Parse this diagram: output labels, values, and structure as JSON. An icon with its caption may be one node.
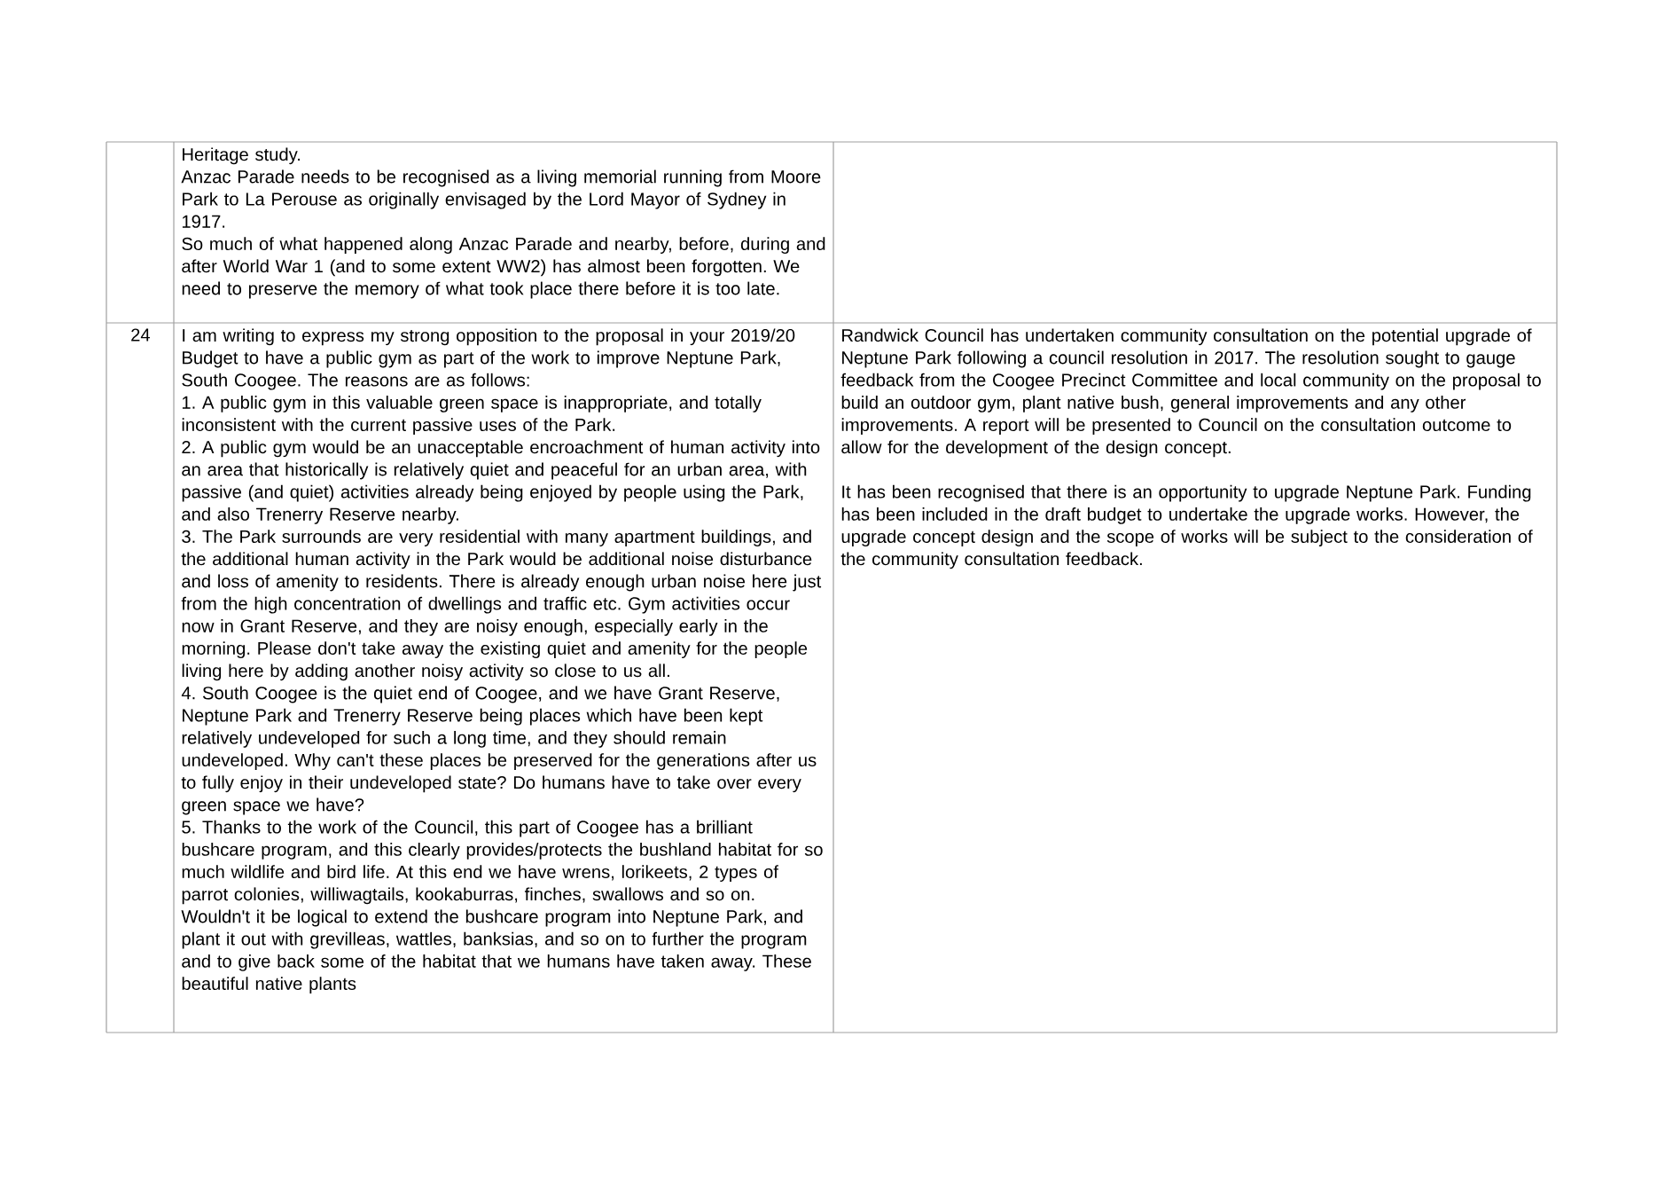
{
  "diagram": {
    "labels": [
      "Heritage study.",
      "Anzac Parade needs to be recognised as a living memorial running from Moore Park to La Perouse as originally envisaged by the Lord Mayor of Sydney in 1917.",
      "So much of what happened along Anzac Parade and nearby, before, during and after World War 1 (and to some extent WW2) has almost been forgotten. We need to preserve the memory of what took place there before it is too late.",
      "24",
      "I am writing to express my strong opposition to the proposal in your 2019/20 Budget to have a public gym as part of the work to improve Neptune Park, South Coogee. The reasons are as follows:",
      "1. A public gym in this valuable green space is inappropriate, and totally inconsistent with the current passive uses of the Park.",
      "2. A public gym would be an unacceptable encroachment of human activity into an area that historically is relatively quiet and peaceful for an urban area, with passive (and quiet) activities already being enjoyed by people using the Park, and also Trenerry Reserve nearby.",
      "3. The Park surrounds are very residential with many apartment buildings, and the additional human activity in the Park would be additional noise disturbance and loss of amenity to residents. There is already enough urban noise here just from the high concentration of dwellings and traffic etc. Gym activities occur now in Grant Reserve, and they are noisy enough, especially early in the morning. Please don't take away the existing quiet and amenity for the people living here by adding another noisy activity so close to us all.",
      "4. South Coogee is the quiet end of Coogee, and we have Grant Reserve, Neptune Park and Trenerry Reserve being places which have been kept relatively undeveloped for such a long time, and they should remain undeveloped. Why can't these places be preserved for the generations after us to fully enjoy in their undeveloped state? Do humans have to take over every green space we have?",
      "5. Thanks to the work of the Council, this part of Coogee has a brilliant bushcare program, and this clearly provides/protects the bushland habitat for so much wildlife and bird life. At this end we have wrens, lorikeets, 2 types of parrot colonies, williwagtails, kookaburras, finches, swallows and so on. Wouldn't it be logical to extend the bushcare program into Neptune Park, and plant it out with grevilleas, wattles, banksias, and so on to further the program and to give back some of the habitat that we humans have taken away. These beautiful native plants",
      "Randwick Council has undertaken community consultation on the potential upgrade of Neptune Park following a council resolution in 2017.  The resolution sought to gauge feedback from the Coogee Precinct Committee and local community on the proposal to build an outdoor gym, plant native bush, general improvements and any other improvements.  A report will be presented to Council on the consultation outcome to allow for the development of the design concept.",
      "It has been recognised that there is an opportunity to upgrade Neptune Park. Funding has been included in the draft budget to undertake the upgrade works. However, the upgrade concept design and the scope of works will be subject to the consideration of the community consultation feedback."
    ]
  }
}
